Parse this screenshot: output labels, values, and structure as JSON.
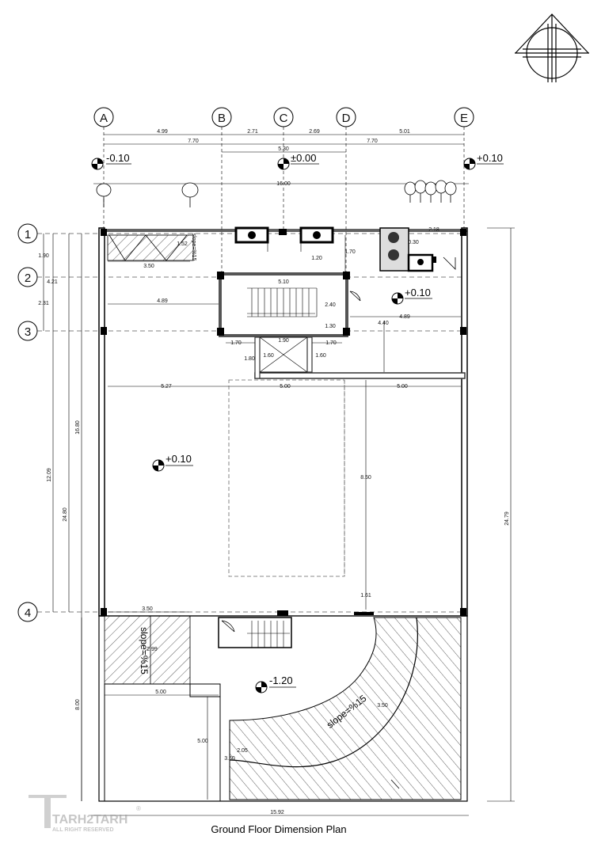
{
  "title": "Ground Floor  Dimension Plan",
  "watermark": {
    "brand": "TARH2TARH",
    "rights": "ALL RIGHT RESERVED",
    "reg": "®"
  },
  "grid": {
    "columns": [
      "A",
      "B",
      "C",
      "D",
      "E"
    ],
    "rows": [
      "1",
      "2",
      "3",
      "4"
    ]
  },
  "levels": {
    "top_left": "-0.10",
    "top_center": "±0.00",
    "top_right": "+0.10",
    "right_room": "+0.10",
    "main_hall": "+0.10",
    "basement": "-1.20"
  },
  "slopes": {
    "left_ramp": "slope=%15",
    "curved_ramp": "slope=%15"
  },
  "dimensions": {
    "top_row1": [
      "4.99",
      "2.71",
      "2.69",
      "5.01"
    ],
    "top_row2": [
      "7.70",
      "7.70"
    ],
    "top_span_cd": "5.30",
    "top_total": "16.00",
    "bottom_total": "15.92",
    "left_rows": [
      "1.90",
      "4.21",
      "2.31"
    ],
    "left_mid": "12.09",
    "left_upper_total": "16.80",
    "left_total": "24.80",
    "left_lower": "8.00",
    "right_total": "24.79",
    "entry_ramp_w": "3.50",
    "ramp_slope_small": "1.52",
    "stair_w": "5.10",
    "court_w": "1.20",
    "court_h": "1.70",
    "right_top_w": "2.18",
    "right_top_small": "0.30",
    "hall_left_w": "4.89",
    "stair_h": "2.40",
    "stair_small": "1.30",
    "right_room_w": "4.89",
    "right_room_h": "4.40",
    "lobby_left": "1.70",
    "lobby_mid": "1.90",
    "lobby_right": "1.70",
    "lobby_h1": "1.80",
    "lobby_h2": "1.60",
    "lobby_h3": "1.60",
    "hall_w1": "5.27",
    "hall_w2": "5.00",
    "hall_w3": "5.00",
    "hall_h": "8.50",
    "hall_gap": "1.61",
    "bottom_ramp_w": "3.50",
    "bottom_ramp_h": "2.99",
    "parking_w": "5.00",
    "parking_h": "5.00",
    "curve_w": "3.50",
    "curve_a": "2.05",
    "curve_b": "3.50"
  }
}
